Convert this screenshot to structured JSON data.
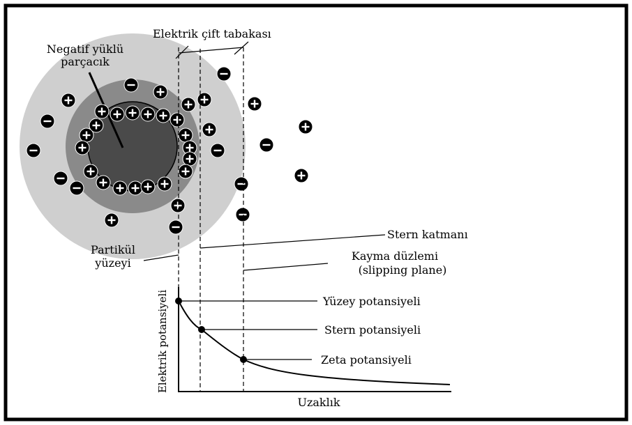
{
  "labels": {
    "double_layer": "Elektrik çift tabakası",
    "particle_line1": "Negatif yüklü",
    "particle_line2": "parçacık",
    "stern_layer": "Stern katmanı",
    "particle_surface_line1": "Partikül",
    "particle_surface_line2": "yüzeyi",
    "slipping_plane_line1": "Kayma düzlemi",
    "slipping_plane_line2": "(slipping plane)",
    "surface_potential": "Yüzey potansiyeli",
    "stern_potential": "Stern potansiyeli",
    "zeta_potential": "Zeta potansiyeli",
    "y_axis": "Elektrik potansiyeli",
    "x_axis": "Uzaklık"
  },
  "colors": {
    "particle_core": "#4a4a4a",
    "stern_ring": "#8a8a8a",
    "diffuse_layer": "#cfcfcf",
    "frame": "#000000"
  },
  "icons": {
    "positive_ion": "plus-ion-icon",
    "negative_ion": "minus-ion-icon"
  }
}
